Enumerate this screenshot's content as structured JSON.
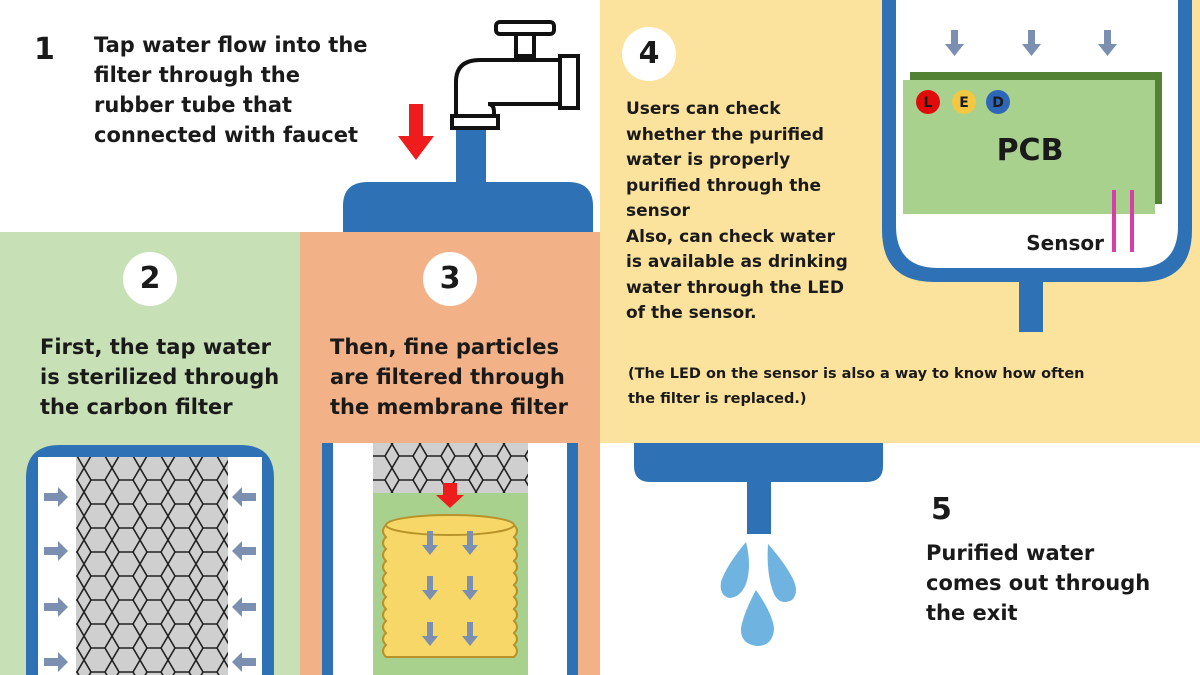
{
  "colors": {
    "panel2_bg": "#c7e0b5",
    "panel3_bg": "#f3b187",
    "panel4_bg": "#fbe29d",
    "pipe_blue": "#2e72b5",
    "arrow_red": "#ee1c1c",
    "pcb_green": "#a9d18e",
    "pcb_border": "#548235",
    "membrane_yellow": "#f7d767",
    "sensor_pink": "#d63fa6",
    "water_drop": "#6fb3e0",
    "led_red": "#e00c0c",
    "led_yellow": "#f4c742",
    "led_blue": "#2e67b8"
  },
  "step1": {
    "number": "1",
    "text": "Tap water flow into the\nfilter through the\nrubber tube that\nconnected with faucet"
  },
  "step2": {
    "number": "2",
    "text": "First, the tap water\nis sterilized through\nthe carbon filter"
  },
  "step3": {
    "number": "3",
    "text": "Then, fine particles\nare filtered through\nthe membrane filter"
  },
  "step4": {
    "number": "4",
    "text": "Users can check\nwhether the purified\nwater is properly\npurified through the\nsensor\nAlso, can check water\nis available as drinking\nwater through the LED\nof the sensor.",
    "note": "(The LED on the sensor is also a way to know how often\nthe filter is replaced.)"
  },
  "step5": {
    "number": "5",
    "text": "Purified water\ncomes out through\nthe exit"
  },
  "pcb": {
    "label": "PCB",
    "sensor_label": "Sensor",
    "leds": [
      {
        "letter": "L"
      },
      {
        "letter": "E"
      },
      {
        "letter": "D"
      }
    ]
  },
  "icons": [
    "faucet-icon",
    "water-drop-icon",
    "down-arrow-icon"
  ]
}
